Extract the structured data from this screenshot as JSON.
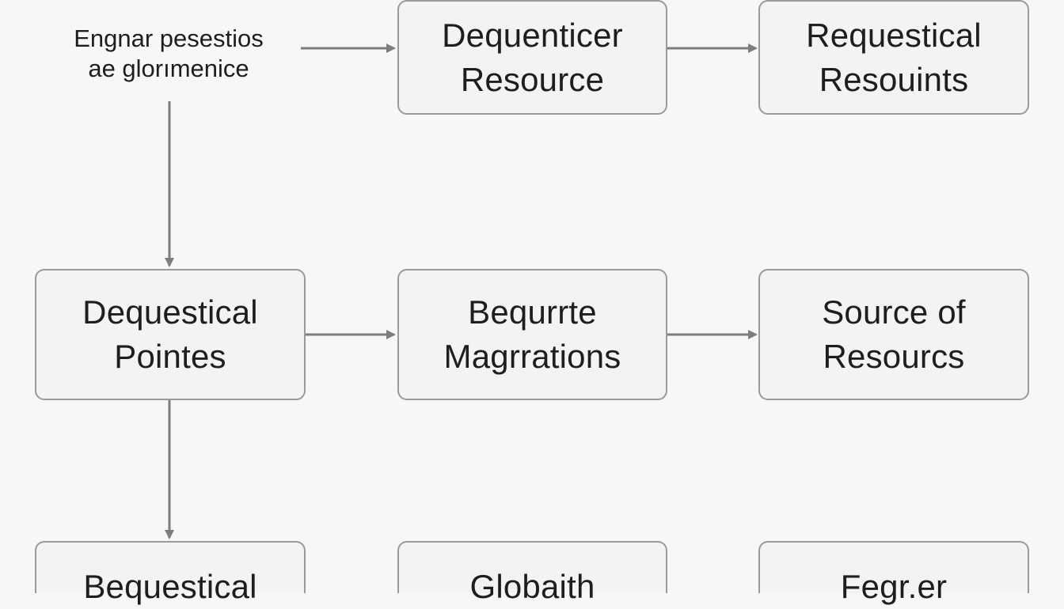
{
  "start": {
    "line1": "Engnar pesestios",
    "line2": "ae glorımenice"
  },
  "nodes": {
    "dequenticer_resource": {
      "line1": "Dequenticer",
      "line2": "Resource"
    },
    "requestical_resouints": {
      "line1": "Requestical",
      "line2": "Resouints"
    },
    "dequestical_pointes": {
      "line1": "Dequestical",
      "line2": "Pointes"
    },
    "bequrrte_magrrations": {
      "line1": "Bequrrte",
      "line2": "Magrrations"
    },
    "source_of_resourcs": {
      "line1": "Source of",
      "line2": "Resourcs"
    },
    "bequestical": {
      "line1": "Bequestical"
    },
    "globaith": {
      "line1": "Globaith"
    },
    "fegrer": {
      "line1": "Fegr.er"
    }
  },
  "colors": {
    "background": "#f7f7f7",
    "node_fill": "#f3f3f4",
    "node_border": "#9a9a9a",
    "arrow": "#7d7d7d",
    "text": "#1e1e1e"
  }
}
